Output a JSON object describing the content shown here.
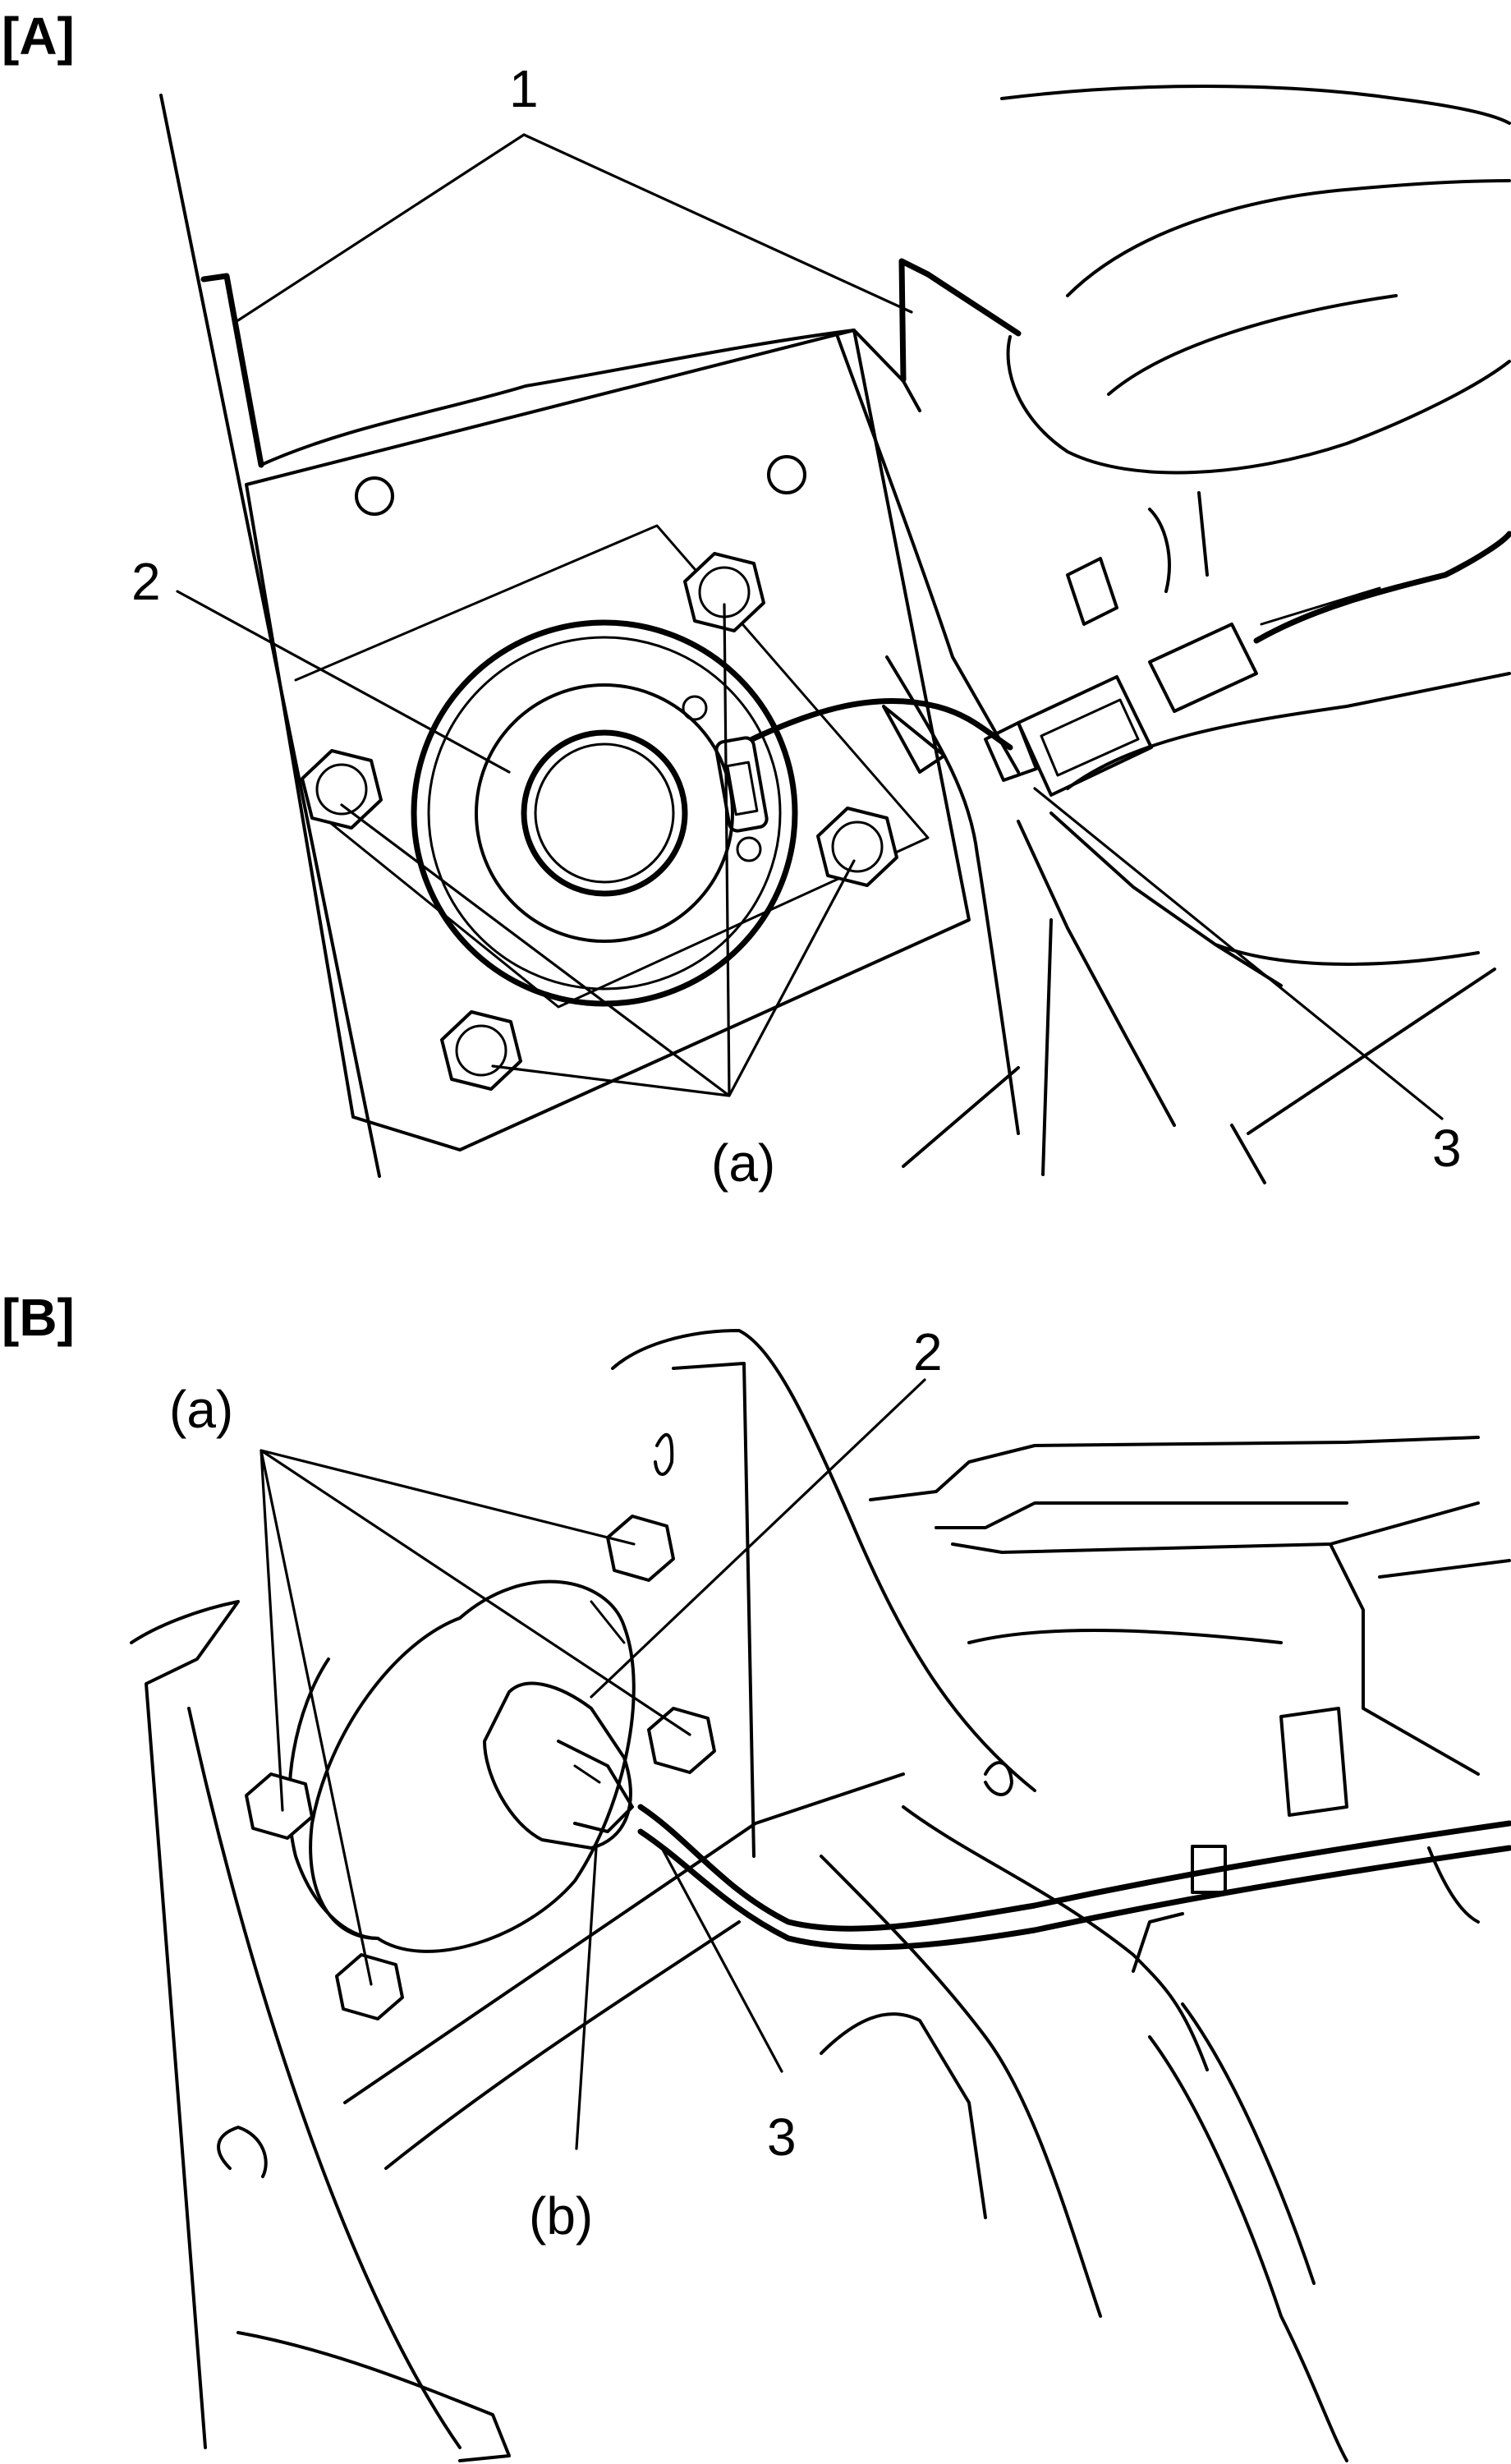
{
  "panel_a": {
    "label": "[A]",
    "callouts": {
      "c1": "1",
      "c2": "2",
      "c3": "3",
      "ca": "(a)"
    }
  },
  "panel_b": {
    "label": "[B]",
    "callouts": {
      "ca": "(a)",
      "c2": "2",
      "c3": "3",
      "cb": "(b)"
    }
  },
  "icons": [
    "wheel-hub-sensor-drawing",
    "hex-bolt-icon",
    "sensor-connector-icon"
  ]
}
